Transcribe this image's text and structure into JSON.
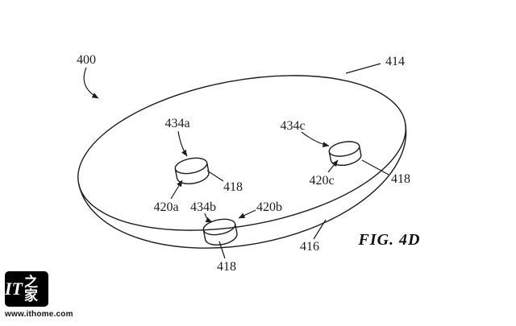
{
  "figure": {
    "caption": "FIG. 4D",
    "labels": {
      "ref400": "400",
      "ref414": "414",
      "ref416": "416",
      "ref418a": "418",
      "ref418b": "418",
      "ref418c": "418",
      "ref420a": "420a",
      "ref420b": "420b",
      "ref420c": "420c",
      "ref434a": "434a",
      "ref434b": "434b",
      "ref434c": "434c"
    }
  },
  "watermark": {
    "logo_it": "IT",
    "logo_zh": "之家",
    "url": "www.ithome.com"
  },
  "colors": {
    "background": "#ffffff",
    "ink": "#1c1c1c",
    "logo_bg": "#000000",
    "logo_fg": "#ffffff"
  }
}
